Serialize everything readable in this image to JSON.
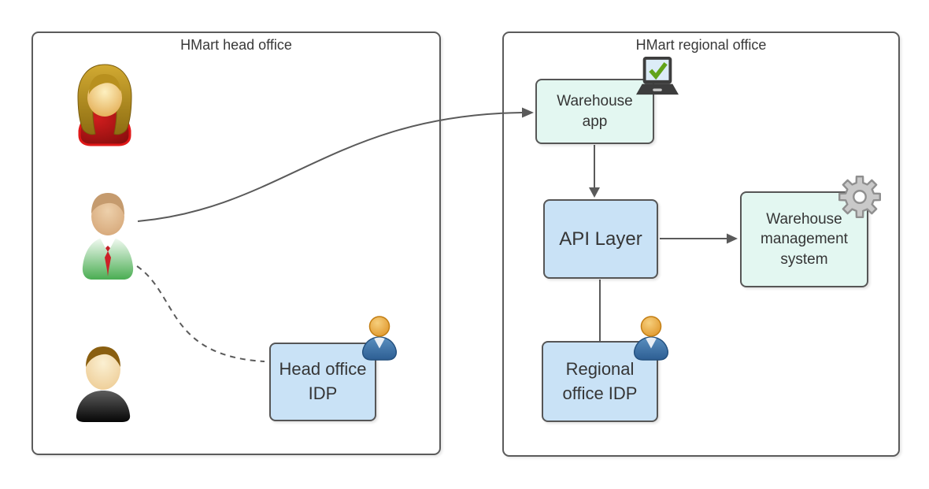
{
  "head_office": {
    "title": "HMart head office",
    "idp": {
      "lines": [
        "Head office",
        "IDP"
      ]
    },
    "users": [
      "female-user-icon",
      "male-user-tie-icon",
      "male-user-black-icon"
    ]
  },
  "regional_office": {
    "title": "HMart regional office",
    "warehouse_app": {
      "lines": [
        "Warehouse",
        "app"
      ],
      "icon": "laptop-check-icon"
    },
    "api_layer": {
      "lines": [
        "API Layer"
      ]
    },
    "wms": {
      "lines": [
        "Warehouse",
        "management",
        "system"
      ],
      "icon": "gear-icon"
    },
    "idp": {
      "lines": [
        "Regional",
        "office IDP"
      ],
      "icon": "user-badge-icon"
    }
  },
  "connections": [
    {
      "from": "male-user-tie",
      "to": "warehouse-app",
      "style": "solid-curve-arrow"
    },
    {
      "from": "male-user-tie",
      "to": "head-office-idp",
      "style": "dashed-curve"
    },
    {
      "from": "warehouse-app",
      "to": "api-layer",
      "style": "solid-arrow"
    },
    {
      "from": "api-layer",
      "to": "warehouse-management-system",
      "style": "solid-arrow"
    },
    {
      "from": "api-layer",
      "to": "regional-office-idp",
      "style": "solid-line"
    }
  ],
  "colors": {
    "panel_border": "#5b5b5b",
    "box_border": "#565656",
    "box_blue_fill": "#c9e2f6",
    "box_cyan_fill": "#e3f7f1",
    "connector_gray": "#5a5a5a",
    "check_green": "#61a318",
    "gear_gray": "#c9c9c9",
    "badge_body_blue": "#2d5e93",
    "badge_head_gold": "#dd9021"
  }
}
